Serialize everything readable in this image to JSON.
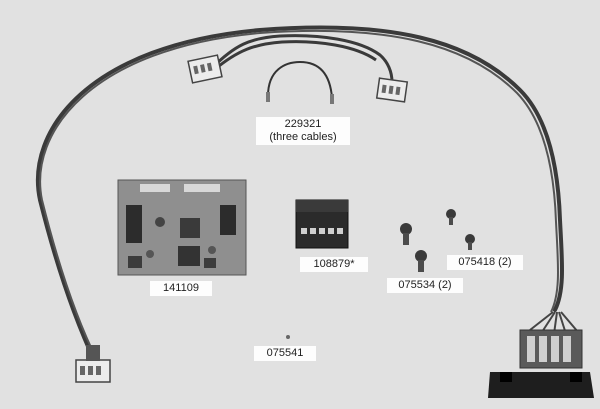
{
  "labels": {
    "cables_part": "229321",
    "cables_note": "(three cables)",
    "board_part": "141109",
    "connector_part": "108879*",
    "screw_small_part": "075418 (2)",
    "screw_large_part": "075534 (2)",
    "ring_part": "075541"
  },
  "colors": {
    "background": "#e2e2e2",
    "cable": "#3c3c3c",
    "pcb": "#8e8e8e",
    "connector_body": "#2b2b2b",
    "label_bg": "#fdfdfd"
  }
}
